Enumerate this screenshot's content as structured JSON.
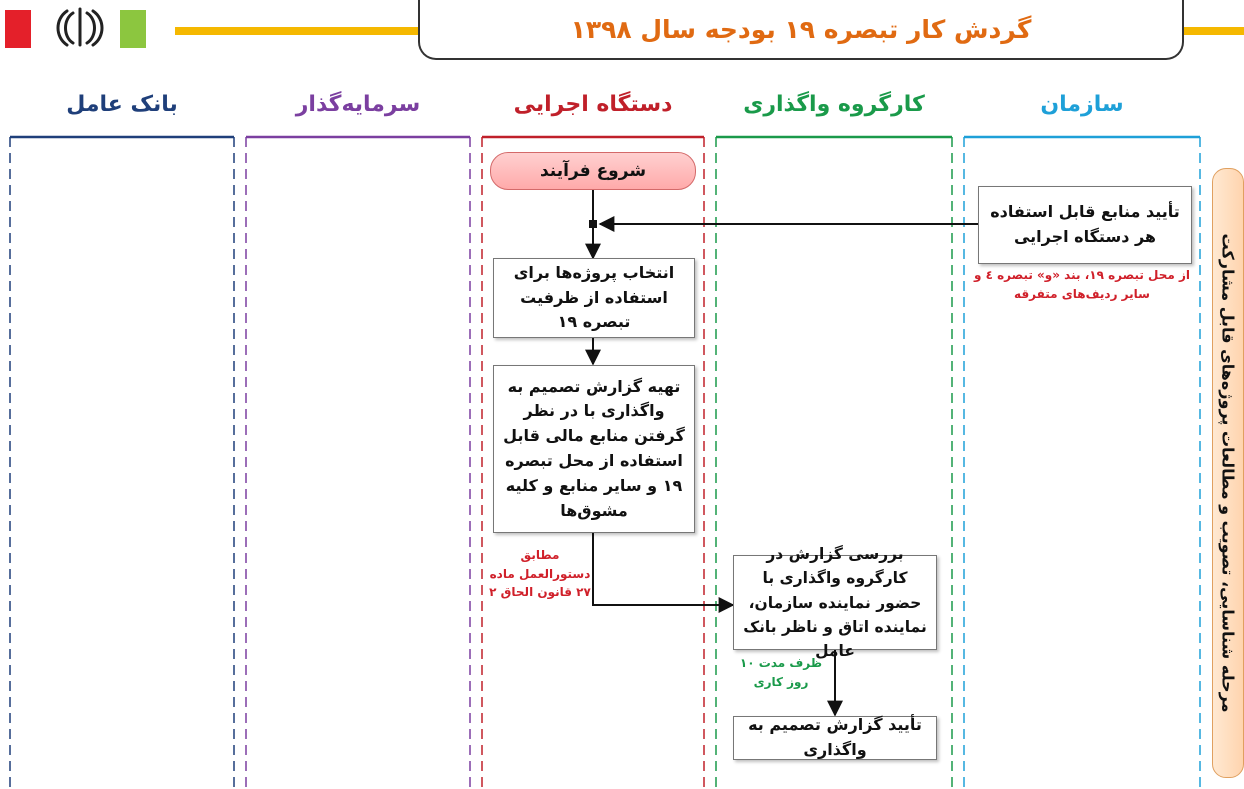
{
  "title": "گردش کار تبصره ۱۹ بودجه سال ۱۳۹۸",
  "colors": {
    "title": "#e06a12",
    "gold": "#f5b800",
    "bank": "#1f3f7a",
    "investor": "#7b3fa0",
    "executive": "#c0202a",
    "committee": "#1a9a4a",
    "organization": "#1ea0d8",
    "note_red": "#d0202a",
    "note_green": "#1a9a4a"
  },
  "icons": [
    "flag-red-icon",
    "iran-emblem-icon",
    "flag-green-icon"
  ],
  "lanes": {
    "bank": "بانک عامل",
    "investor": "سرمایه‌گذار",
    "executive": "دستگاه اجرایی",
    "committee": "کارگروه واگذاری",
    "organization": "سازمان"
  },
  "phase_label": "مرحله شناسایی، تصویب و مطالعات پروژه‌های قابل مشارکت",
  "nodes": {
    "start": "شروع فرآیند",
    "approve_resources": "تأیید منابع قابل استفاده هر دستگاه اجرایی",
    "select_projects": "انتخاب پروژه‌ها برای استفاده از ظرفیت تبصره ۱۹",
    "prepare_report": "تهیه گزارش تصمیم به واگذاری با در نظر گرفتن منابع مالی قابل استفاده از محل تبصره ۱۹ و سایر منابع و کلیه مشوق‌ها",
    "review_report": "بررسی گزارش در کارگروه واگذاری با حضور نماینده سازمان، نماینده اتاق و ناظر بانک عامل",
    "approve_report": "تأیید گزارش تصمیم به واگذاری"
  },
  "notes": {
    "resources_source": "از محل تبصره ۱۹، بند «و» تبصره ٤ و سایر ردیف‌های متفرقه",
    "procedure": "مطابق دستورالعمل ماده ۲۷ قانون الحاق ۲",
    "deadline": "ظرف مدت ۱۰ روز کاری"
  }
}
